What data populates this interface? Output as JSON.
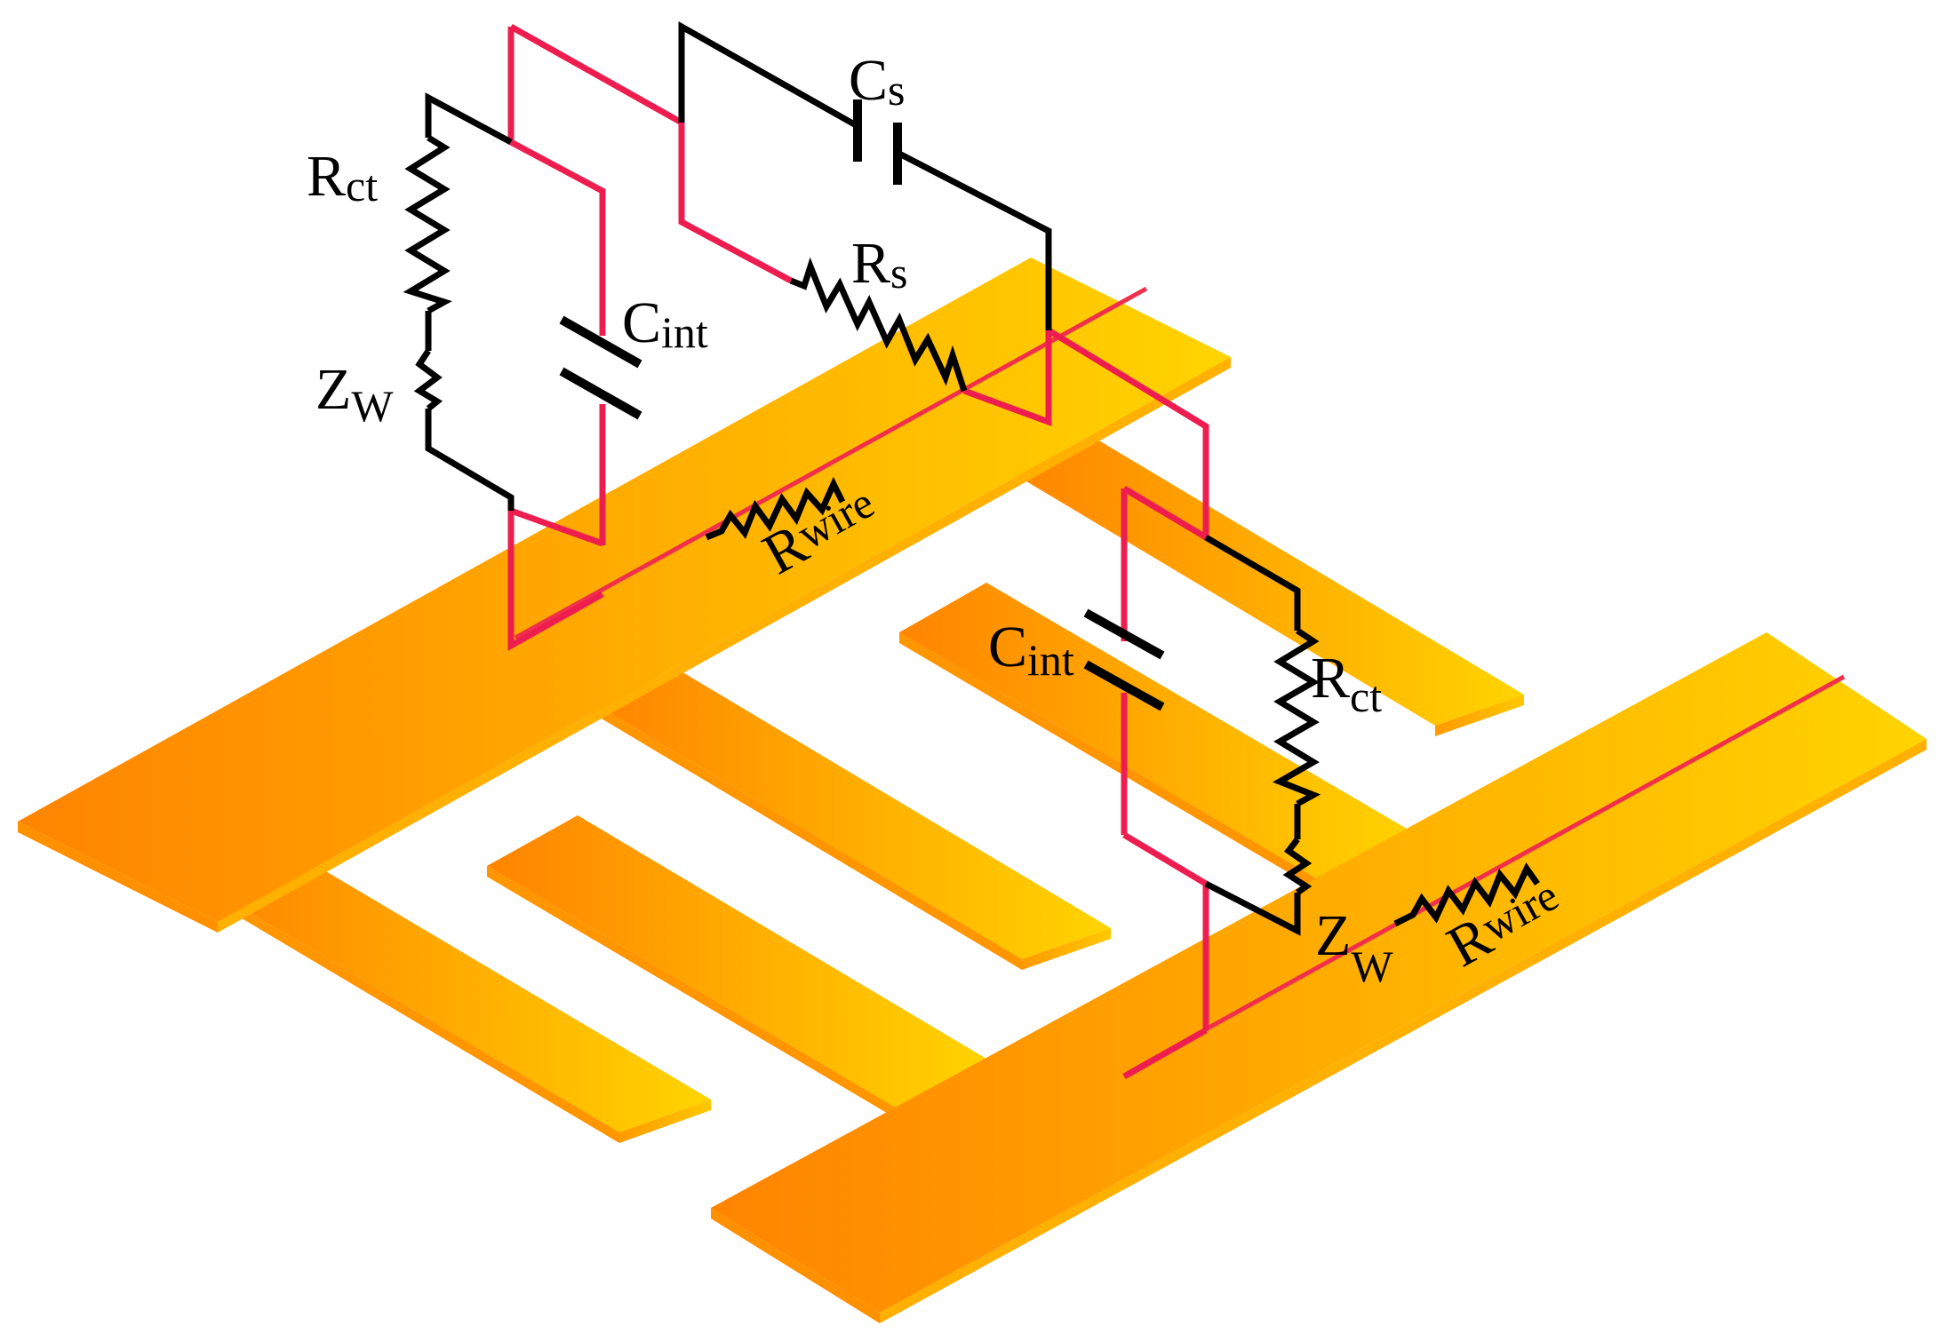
{
  "diagram": {
    "colors": {
      "electrode_dark": "#ff8400",
      "electrode_light": "#ffd400",
      "circuit_black": "#000000",
      "circuit_red": "#ee1d4f"
    },
    "labels": {
      "cs": {
        "main": "C",
        "sub": "s"
      },
      "rs": {
        "main": "R",
        "sub": "s"
      },
      "rct_left": {
        "main": "R",
        "sub": "ct"
      },
      "zw_left": {
        "main": "Z",
        "sub": "W"
      },
      "cint_left": {
        "main": "C",
        "sub": "int"
      },
      "rwire_left": {
        "main": "R",
        "sub": "wire"
      },
      "cint_right": {
        "main": "C",
        "sub": "int"
      },
      "rct_right": {
        "main": "R",
        "sub": "ct"
      },
      "zw_right": {
        "main": "Z",
        "sub": "W"
      },
      "rwire_right": {
        "main": "R",
        "sub": "wire"
      }
    }
  }
}
